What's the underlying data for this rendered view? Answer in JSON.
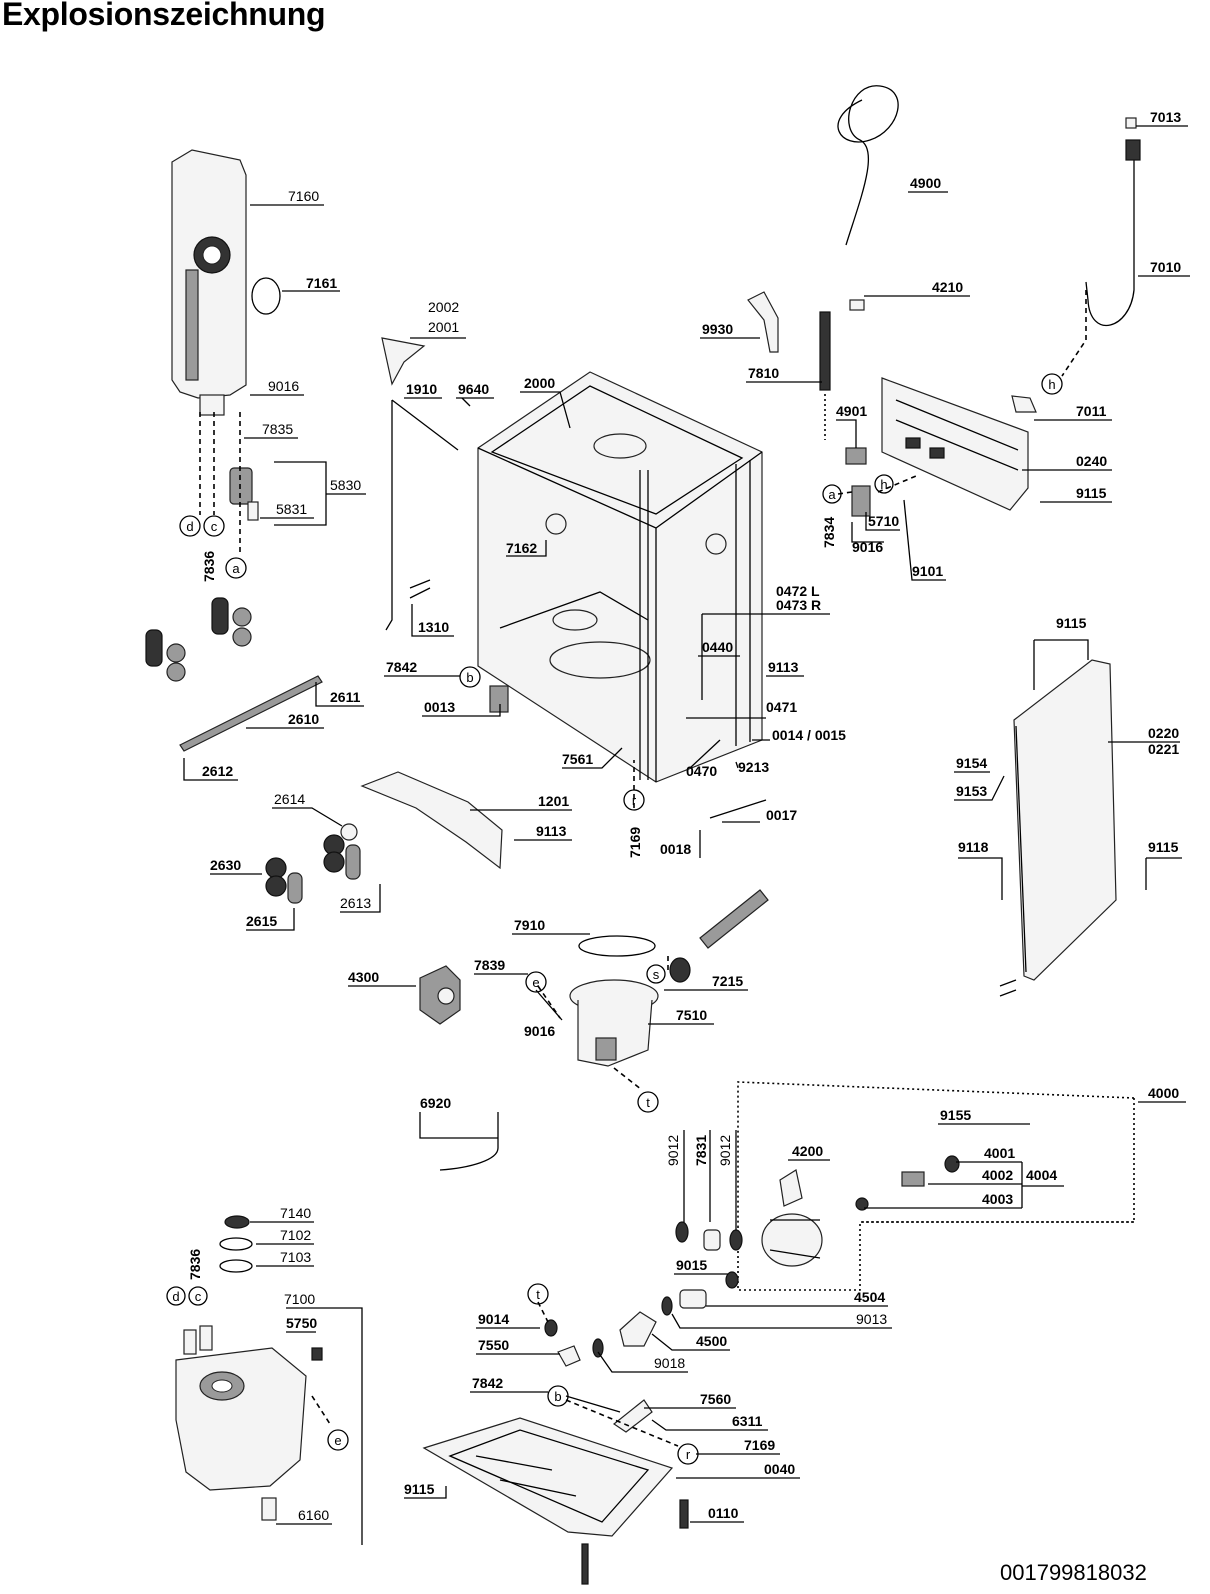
{
  "title": "Explosionszeichnung",
  "document_number": "001799818032",
  "labels": [
    {
      "id": "7160",
      "text": "7160"
    },
    {
      "id": "7161",
      "text": "7161"
    },
    {
      "id": "9016a",
      "text": "9016"
    },
    {
      "id": "7835",
      "text": "7835"
    },
    {
      "id": "5830",
      "text": "5830"
    },
    {
      "id": "5831",
      "text": "5831"
    },
    {
      "id": "7836a",
      "text": "7836"
    },
    {
      "id": "2002",
      "text": "2002"
    },
    {
      "id": "2001",
      "text": "2001"
    },
    {
      "id": "1910",
      "text": "1910"
    },
    {
      "id": "9640",
      "text": "9640"
    },
    {
      "id": "2000",
      "text": "2000"
    },
    {
      "id": "7162",
      "text": "7162"
    },
    {
      "id": "1310",
      "text": "1310"
    },
    {
      "id": "7842a",
      "text": "7842"
    },
    {
      "id": "0013",
      "text": "0013"
    },
    {
      "id": "2611",
      "text": "2611"
    },
    {
      "id": "2610",
      "text": "2610"
    },
    {
      "id": "2612",
      "text": "2612"
    },
    {
      "id": "2614",
      "text": "2614"
    },
    {
      "id": "1201",
      "text": "1201"
    },
    {
      "id": "9113a",
      "text": "9113"
    },
    {
      "id": "2630",
      "text": "2630"
    },
    {
      "id": "2613",
      "text": "2613"
    },
    {
      "id": "2615",
      "text": "2615"
    },
    {
      "id": "4900",
      "text": "4900"
    },
    {
      "id": "7013",
      "text": "7013"
    },
    {
      "id": "7010",
      "text": "7010"
    },
    {
      "id": "4210",
      "text": "4210"
    },
    {
      "id": "9930",
      "text": "9930"
    },
    {
      "id": "7810",
      "text": "7810"
    },
    {
      "id": "4901",
      "text": "4901"
    },
    {
      "id": "7011",
      "text": "7011"
    },
    {
      "id": "0240",
      "text": "0240"
    },
    {
      "id": "9115a",
      "text": "9115"
    },
    {
      "id": "7834",
      "text": "7834"
    },
    {
      "id": "5710",
      "text": "5710"
    },
    {
      "id": "9016b",
      "text": "9016"
    },
    {
      "id": "9101",
      "text": "9101"
    },
    {
      "id": "0472",
      "text": "0472 L"
    },
    {
      "id": "0473",
      "text": "0473 R"
    },
    {
      "id": "0440",
      "text": "0440"
    },
    {
      "id": "9113b",
      "text": "9113"
    },
    {
      "id": "0471",
      "text": "0471"
    },
    {
      "id": "0014",
      "text": "0014 / 0015"
    },
    {
      "id": "7561",
      "text": "7561"
    },
    {
      "id": "0470",
      "text": "0470"
    },
    {
      "id": "9213",
      "text": "9213"
    },
    {
      "id": "7169a",
      "text": "7169"
    },
    {
      "id": "0017",
      "text": "0017"
    },
    {
      "id": "0018",
      "text": "0018"
    },
    {
      "id": "9115b",
      "text": "9115"
    },
    {
      "id": "0220",
      "text": "0220"
    },
    {
      "id": "0221",
      "text": "0221"
    },
    {
      "id": "9154",
      "text": "9154"
    },
    {
      "id": "9153",
      "text": "9153"
    },
    {
      "id": "9118",
      "text": "9118"
    },
    {
      "id": "9115c",
      "text": "9115"
    },
    {
      "id": "7910",
      "text": "7910"
    },
    {
      "id": "4300",
      "text": "4300"
    },
    {
      "id": "7839",
      "text": "7839"
    },
    {
      "id": "7215",
      "text": "7215"
    },
    {
      "id": "9016c",
      "text": "9016"
    },
    {
      "id": "7510",
      "text": "7510"
    },
    {
      "id": "6920",
      "text": "6920"
    },
    {
      "id": "4000",
      "text": "4000"
    },
    {
      "id": "9155",
      "text": "9155"
    },
    {
      "id": "9012a",
      "text": "9012"
    },
    {
      "id": "7831",
      "text": "7831"
    },
    {
      "id": "9012b",
      "text": "9012"
    },
    {
      "id": "4200",
      "text": "4200"
    },
    {
      "id": "4001",
      "text": "4001"
    },
    {
      "id": "4002",
      "text": "4002"
    },
    {
      "id": "4004",
      "text": "4004"
    },
    {
      "id": "4003",
      "text": "4003"
    },
    {
      "id": "9015",
      "text": "9015"
    },
    {
      "id": "4504",
      "text": "4504"
    },
    {
      "id": "9013",
      "text": "9013"
    },
    {
      "id": "9014",
      "text": "9014"
    },
    {
      "id": "4500",
      "text": "4500"
    },
    {
      "id": "7550",
      "text": "7550"
    },
    {
      "id": "9018",
      "text": "9018"
    },
    {
      "id": "7842b",
      "text": "7842"
    },
    {
      "id": "7560",
      "text": "7560"
    },
    {
      "id": "6311",
      "text": "6311"
    },
    {
      "id": "7169b",
      "text": "7169"
    },
    {
      "id": "0040",
      "text": "0040"
    },
    {
      "id": "9115d",
      "text": "9115"
    },
    {
      "id": "0110",
      "text": "0110"
    },
    {
      "id": "7140",
      "text": "7140"
    },
    {
      "id": "7102",
      "text": "7102"
    },
    {
      "id": "7103",
      "text": "7103"
    },
    {
      "id": "7836b",
      "text": "7836"
    },
    {
      "id": "7100",
      "text": "7100"
    },
    {
      "id": "5750",
      "text": "5750"
    },
    {
      "id": "6160",
      "text": "6160"
    }
  ],
  "connectors": [
    {
      "id": "c-a1",
      "text": "a"
    },
    {
      "id": "c-c1",
      "text": "c"
    },
    {
      "id": "c-d1",
      "text": "d"
    },
    {
      "id": "c-b1",
      "text": "b"
    },
    {
      "id": "c-a2",
      "text": "a"
    },
    {
      "id": "c-h1",
      "text": "h"
    },
    {
      "id": "c-h2",
      "text": "h"
    },
    {
      "id": "c-r1",
      "text": "r"
    },
    {
      "id": "c-e1",
      "text": "e"
    },
    {
      "id": "c-s1",
      "text": "s"
    },
    {
      "id": "c-t1",
      "text": "t"
    },
    {
      "id": "c-t2",
      "text": "t"
    },
    {
      "id": "c-b2",
      "text": "b"
    },
    {
      "id": "c-r2",
      "text": "r"
    },
    {
      "id": "c-d2",
      "text": "d"
    },
    {
      "id": "c-c2",
      "text": "c"
    },
    {
      "id": "c-e2",
      "text": "e"
    }
  ]
}
